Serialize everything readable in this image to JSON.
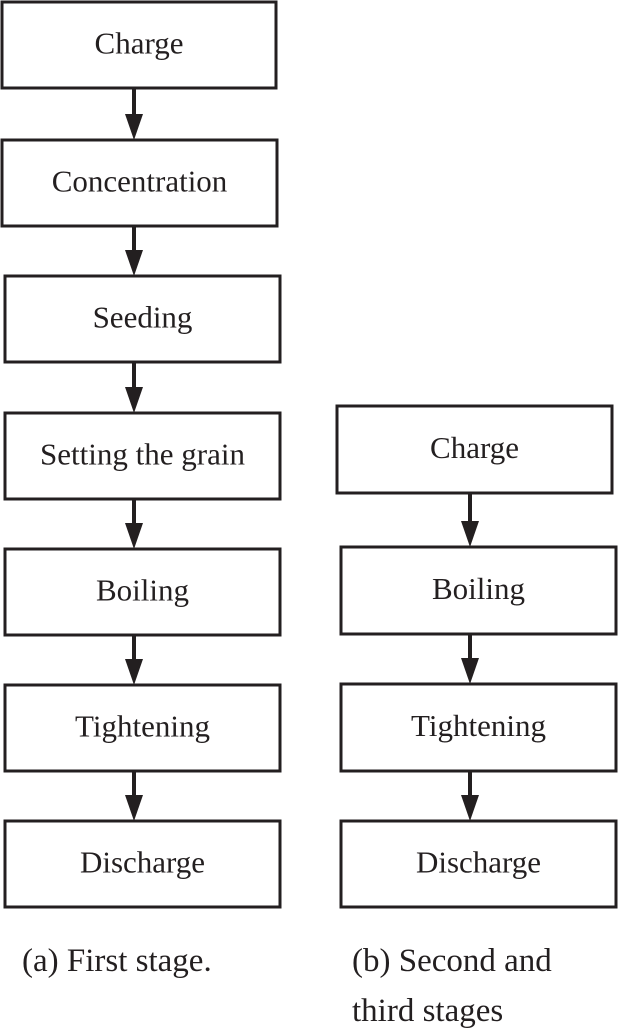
{
  "first_stage": {
    "steps": [
      "Charge",
      "Concentration",
      "Seeding",
      "Setting the grain",
      "Boiling",
      "Tightening",
      "Discharge"
    ],
    "caption": "(a) First stage."
  },
  "second_third_stages": {
    "steps": [
      "Charge",
      "Boiling",
      "Tightening",
      "Discharge"
    ],
    "caption_line1": "(b) Second and",
    "caption_line2": "third stages"
  }
}
